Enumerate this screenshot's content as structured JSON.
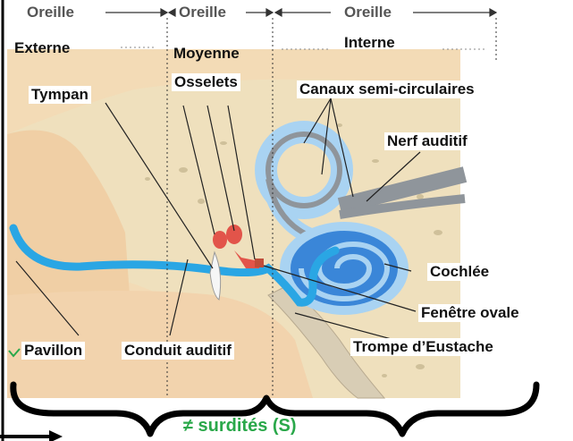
{
  "header": {
    "ear_outer": "Oreille",
    "ear_middle": "Oreille",
    "ear_inner": "Oreille"
  },
  "zones": {
    "externe": "Externe",
    "moyenne": "Moyenne",
    "interne": "Interne"
  },
  "labels": {
    "osselets": "Osselets",
    "tympan": "Tympan",
    "canaux": "Canaux semi-circulaires",
    "nerf": "Nerf auditif",
    "cochlee": "Cochlée",
    "fenetre": "Fenêtre ovale",
    "trompe": "Trompe d’Eustache",
    "pavillon": "Pavillon",
    "conduit": "Conduit auditif"
  },
  "footer": {
    "surdites": "≠ surdités (S)"
  },
  "colors": {
    "skin": "#f3dbb6",
    "skin_dark": "#e8c99a",
    "bone": "#efe3c3",
    "canal_blue": "#2aa6e4",
    "inner_light_blue": "#a9d3f2",
    "inner_grey": "#8f959b",
    "ossicle_red": "#e2544a",
    "green": "#2aa84a",
    "teal": "#1ab0d8"
  }
}
